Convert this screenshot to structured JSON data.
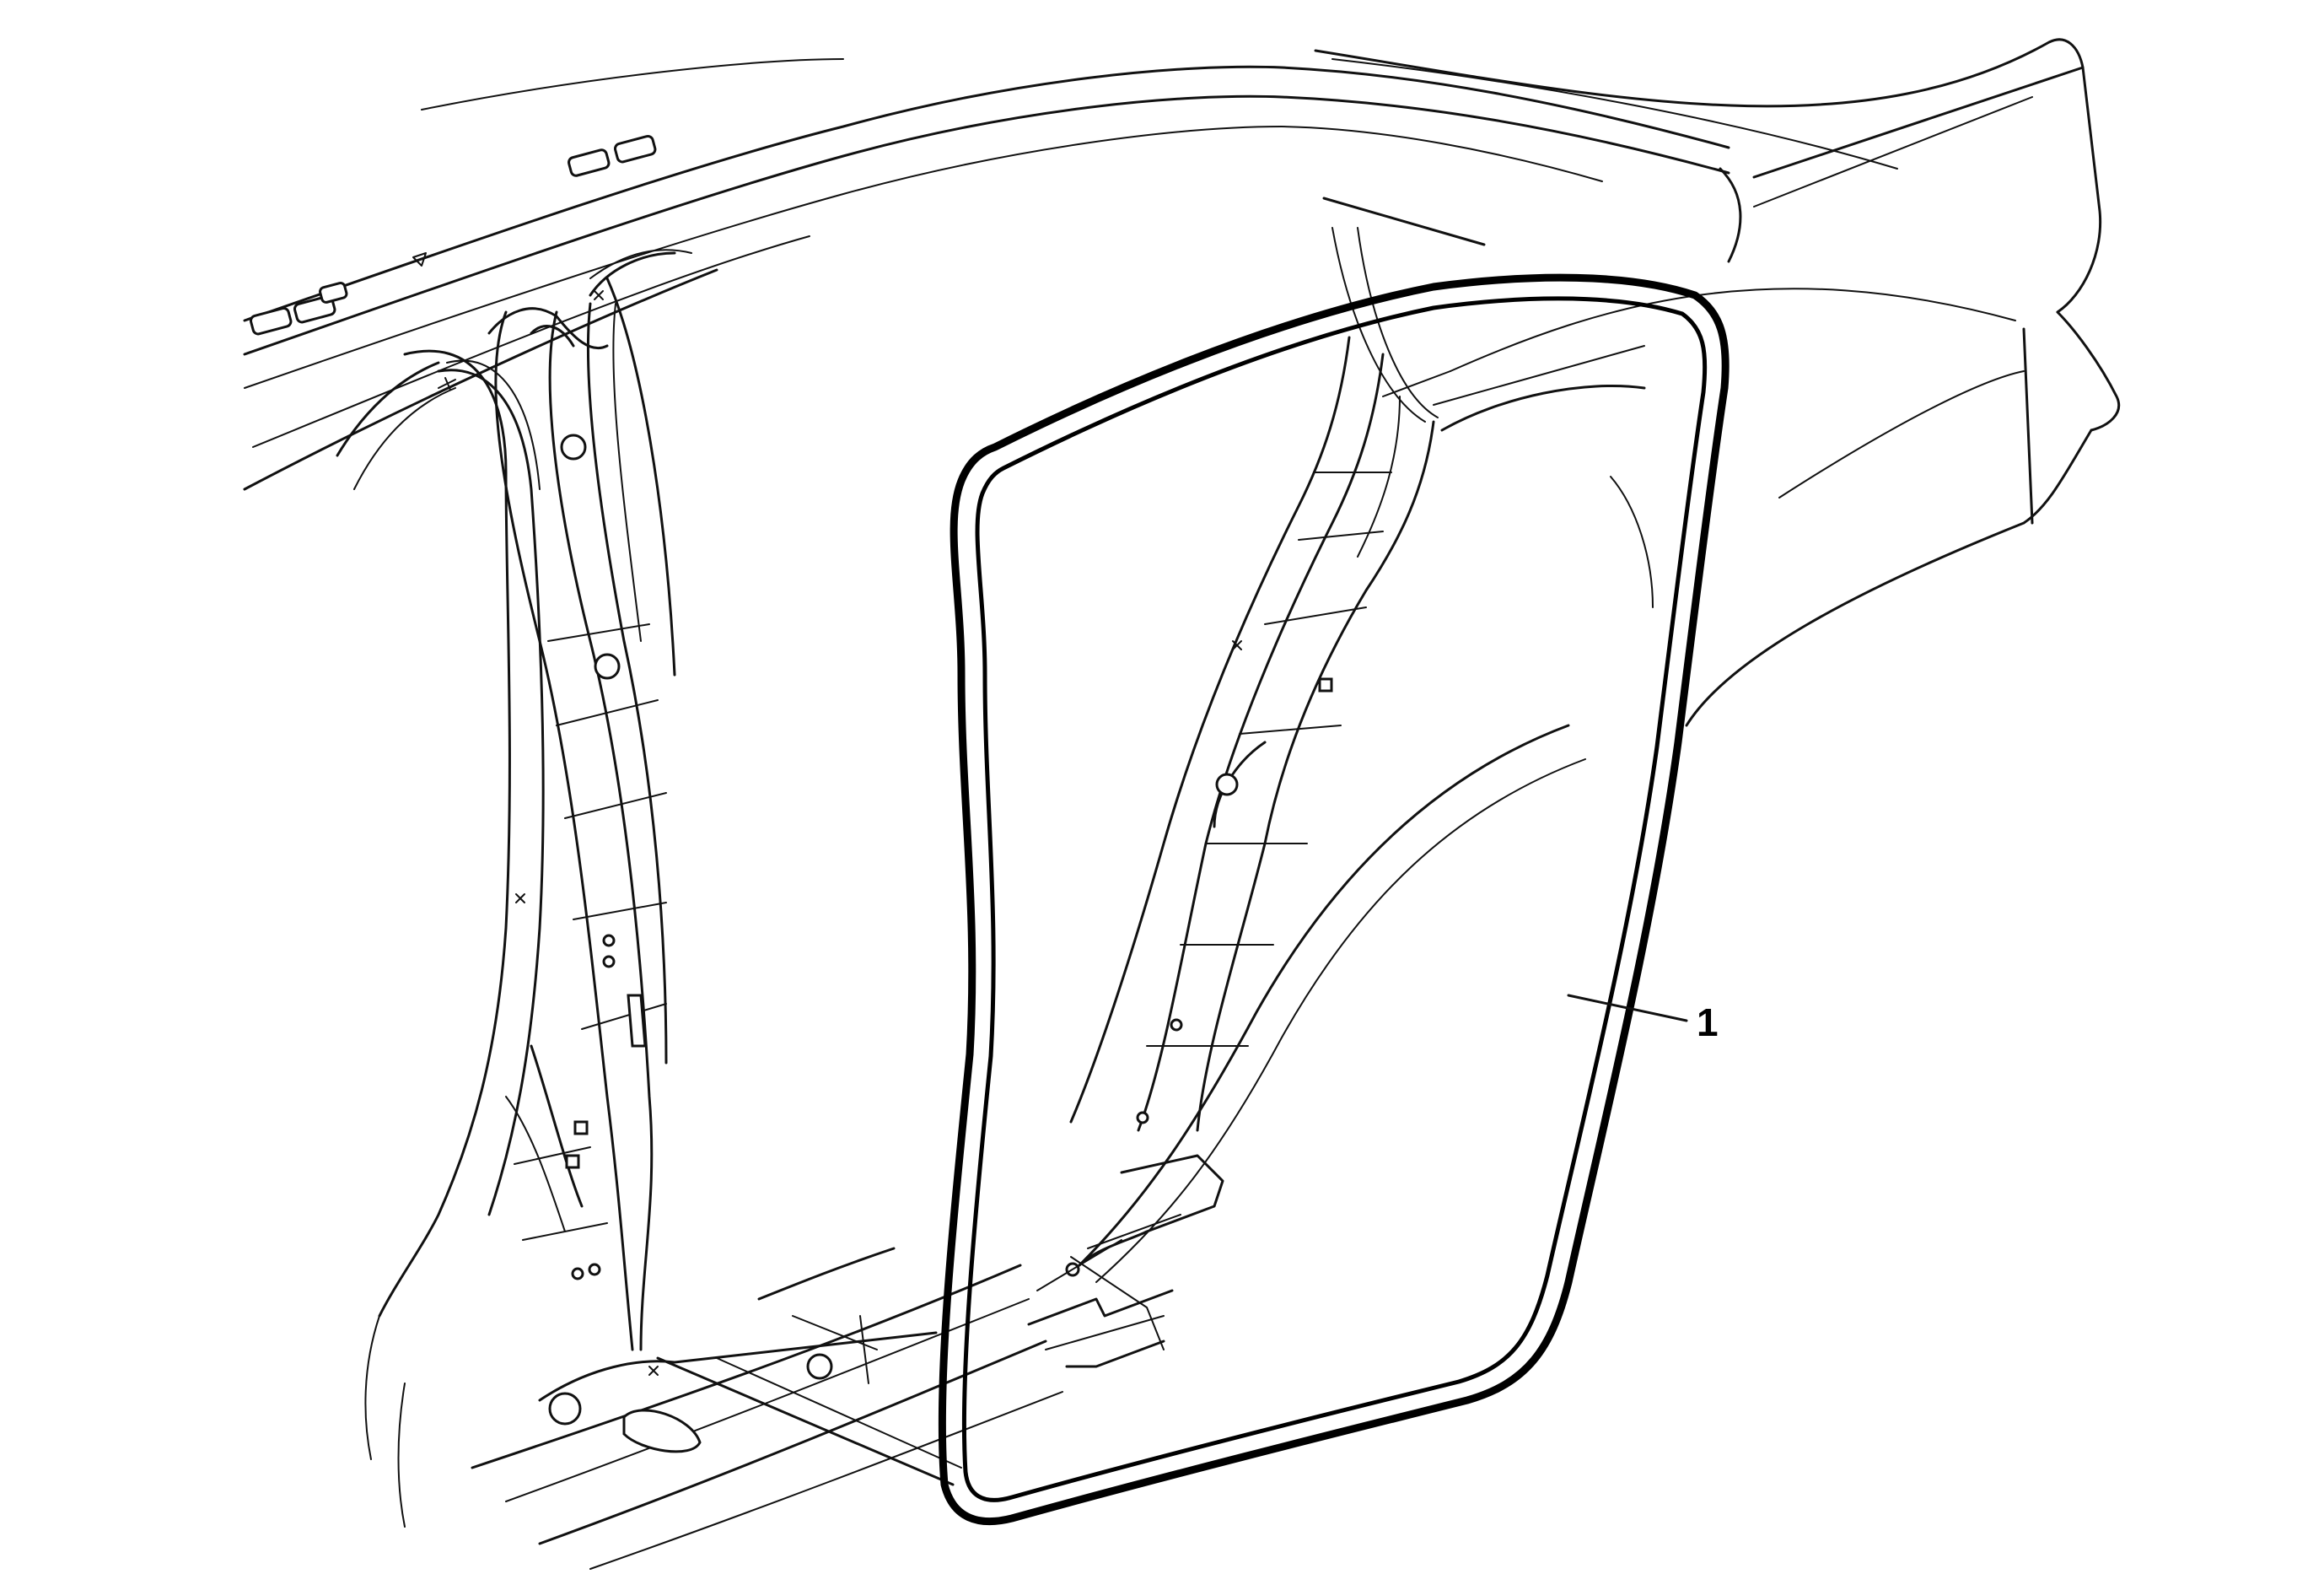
{
  "diagram": {
    "callouts": [
      {
        "id": "1",
        "label": "1",
        "target": "door-opening-weatherstrip"
      }
    ],
    "line_color": "#111111",
    "background": "#ffffff"
  }
}
